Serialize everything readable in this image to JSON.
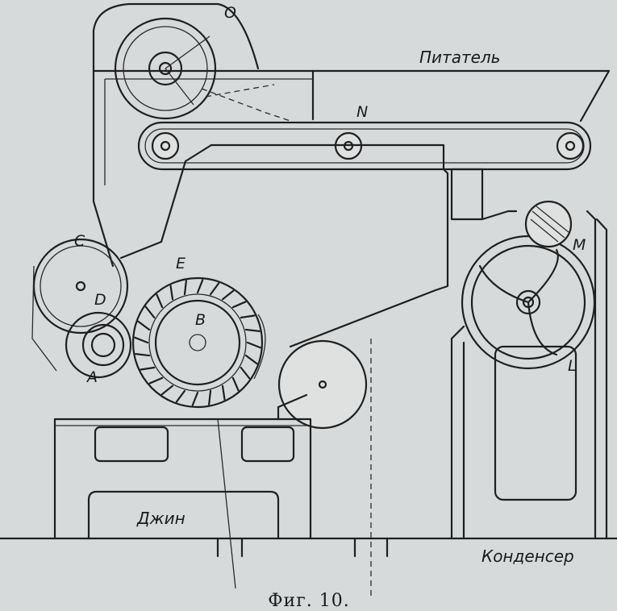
{
  "labels": {
    "feeder": "Питатель",
    "gin": "Джин",
    "condenser": "Конденсер",
    "O": "O",
    "N": "N",
    "C": "C",
    "D": "D",
    "E": "E",
    "B": "B",
    "A": "A",
    "M": "M",
    "L": "L"
  },
  "caption": "Фиг. 10."
}
